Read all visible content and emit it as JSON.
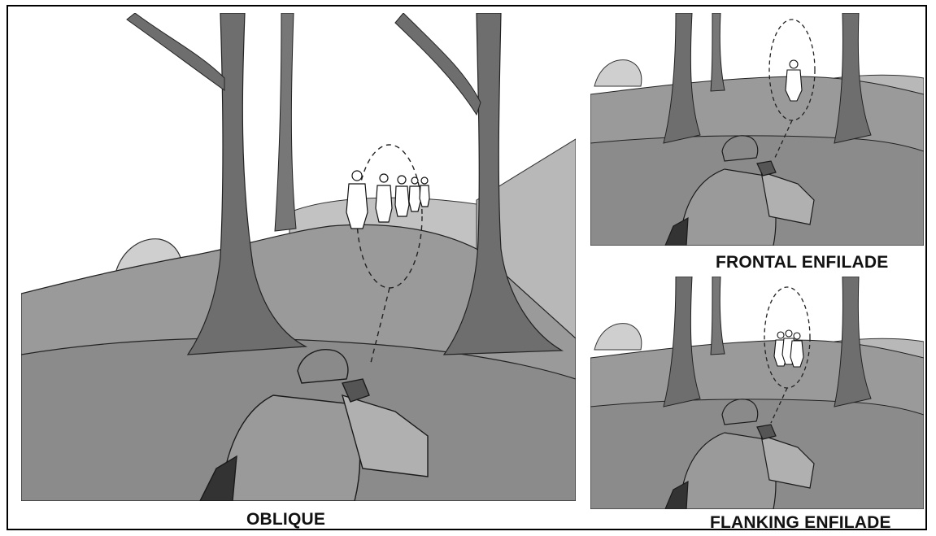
{
  "captions": {
    "oblique": "OBLIQUE",
    "frontal_enfilade": "FRONTAL ENFILADE",
    "flanking_enfilade": "FLANKING ENFILADE"
  },
  "colors": {
    "ground_dark": "#8a8a8a",
    "ground_mid": "#a9a9a9",
    "ground_light": "#c7c7c7",
    "trunk": "#6e6e6e",
    "soldier": "#9a9a9a",
    "outline": "#1a1a1a"
  }
}
